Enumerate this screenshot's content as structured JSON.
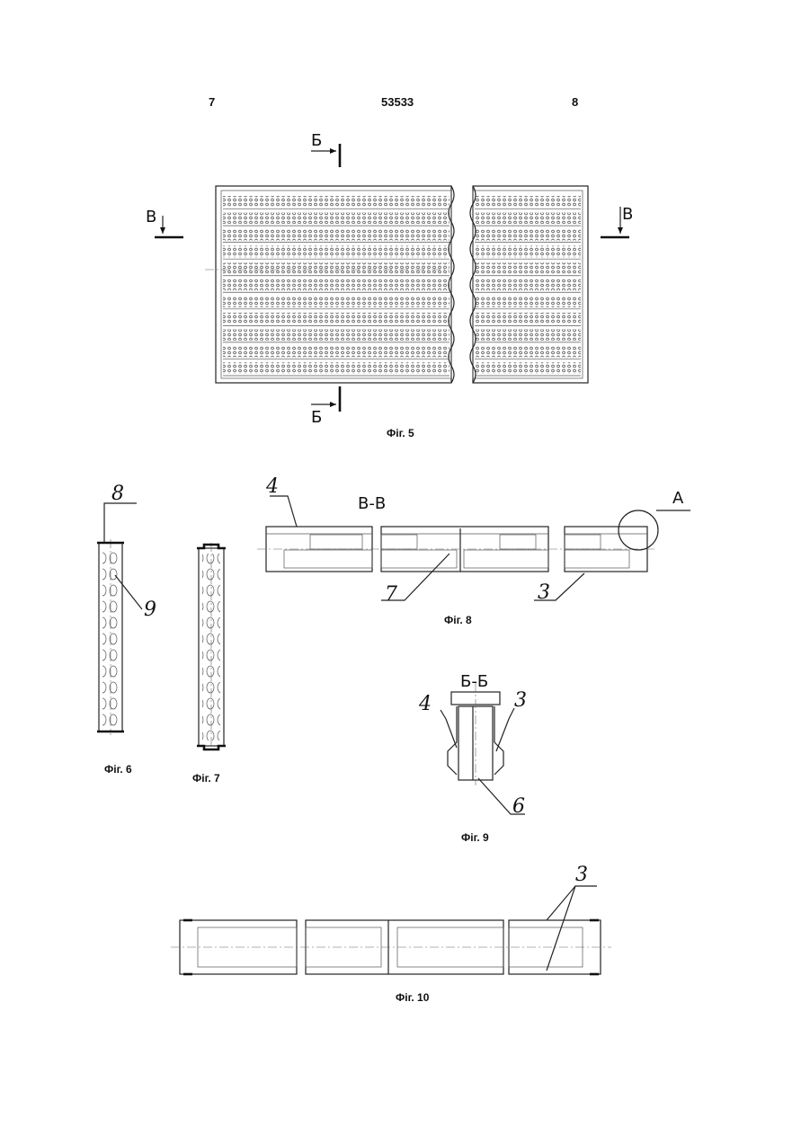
{
  "header": {
    "left_page": "7",
    "patent_number": "53533",
    "right_page": "8"
  },
  "fig5": {
    "caption": "Фіг. 5",
    "section_b_top": "Б",
    "section_b_bottom": "Б",
    "section_v_left": "В",
    "section_v_right": "В",
    "row_count": 11
  },
  "fig6": {
    "caption": "Фіг. 6",
    "label_8": "8",
    "label_9": "9"
  },
  "fig7": {
    "caption": "Фіг. 7"
  },
  "fig8": {
    "caption": "Фіг. 8",
    "section_title": "В-В",
    "label_4": "4",
    "label_7": "7",
    "label_3": "3",
    "detail_label": "А"
  },
  "fig9": {
    "caption": "Фіг. 9",
    "section_title": "Б-Б",
    "label_4": "4",
    "label_3": "3",
    "label_6": "6"
  },
  "fig10": {
    "caption": "Фіг. 10",
    "label_3": "3"
  }
}
